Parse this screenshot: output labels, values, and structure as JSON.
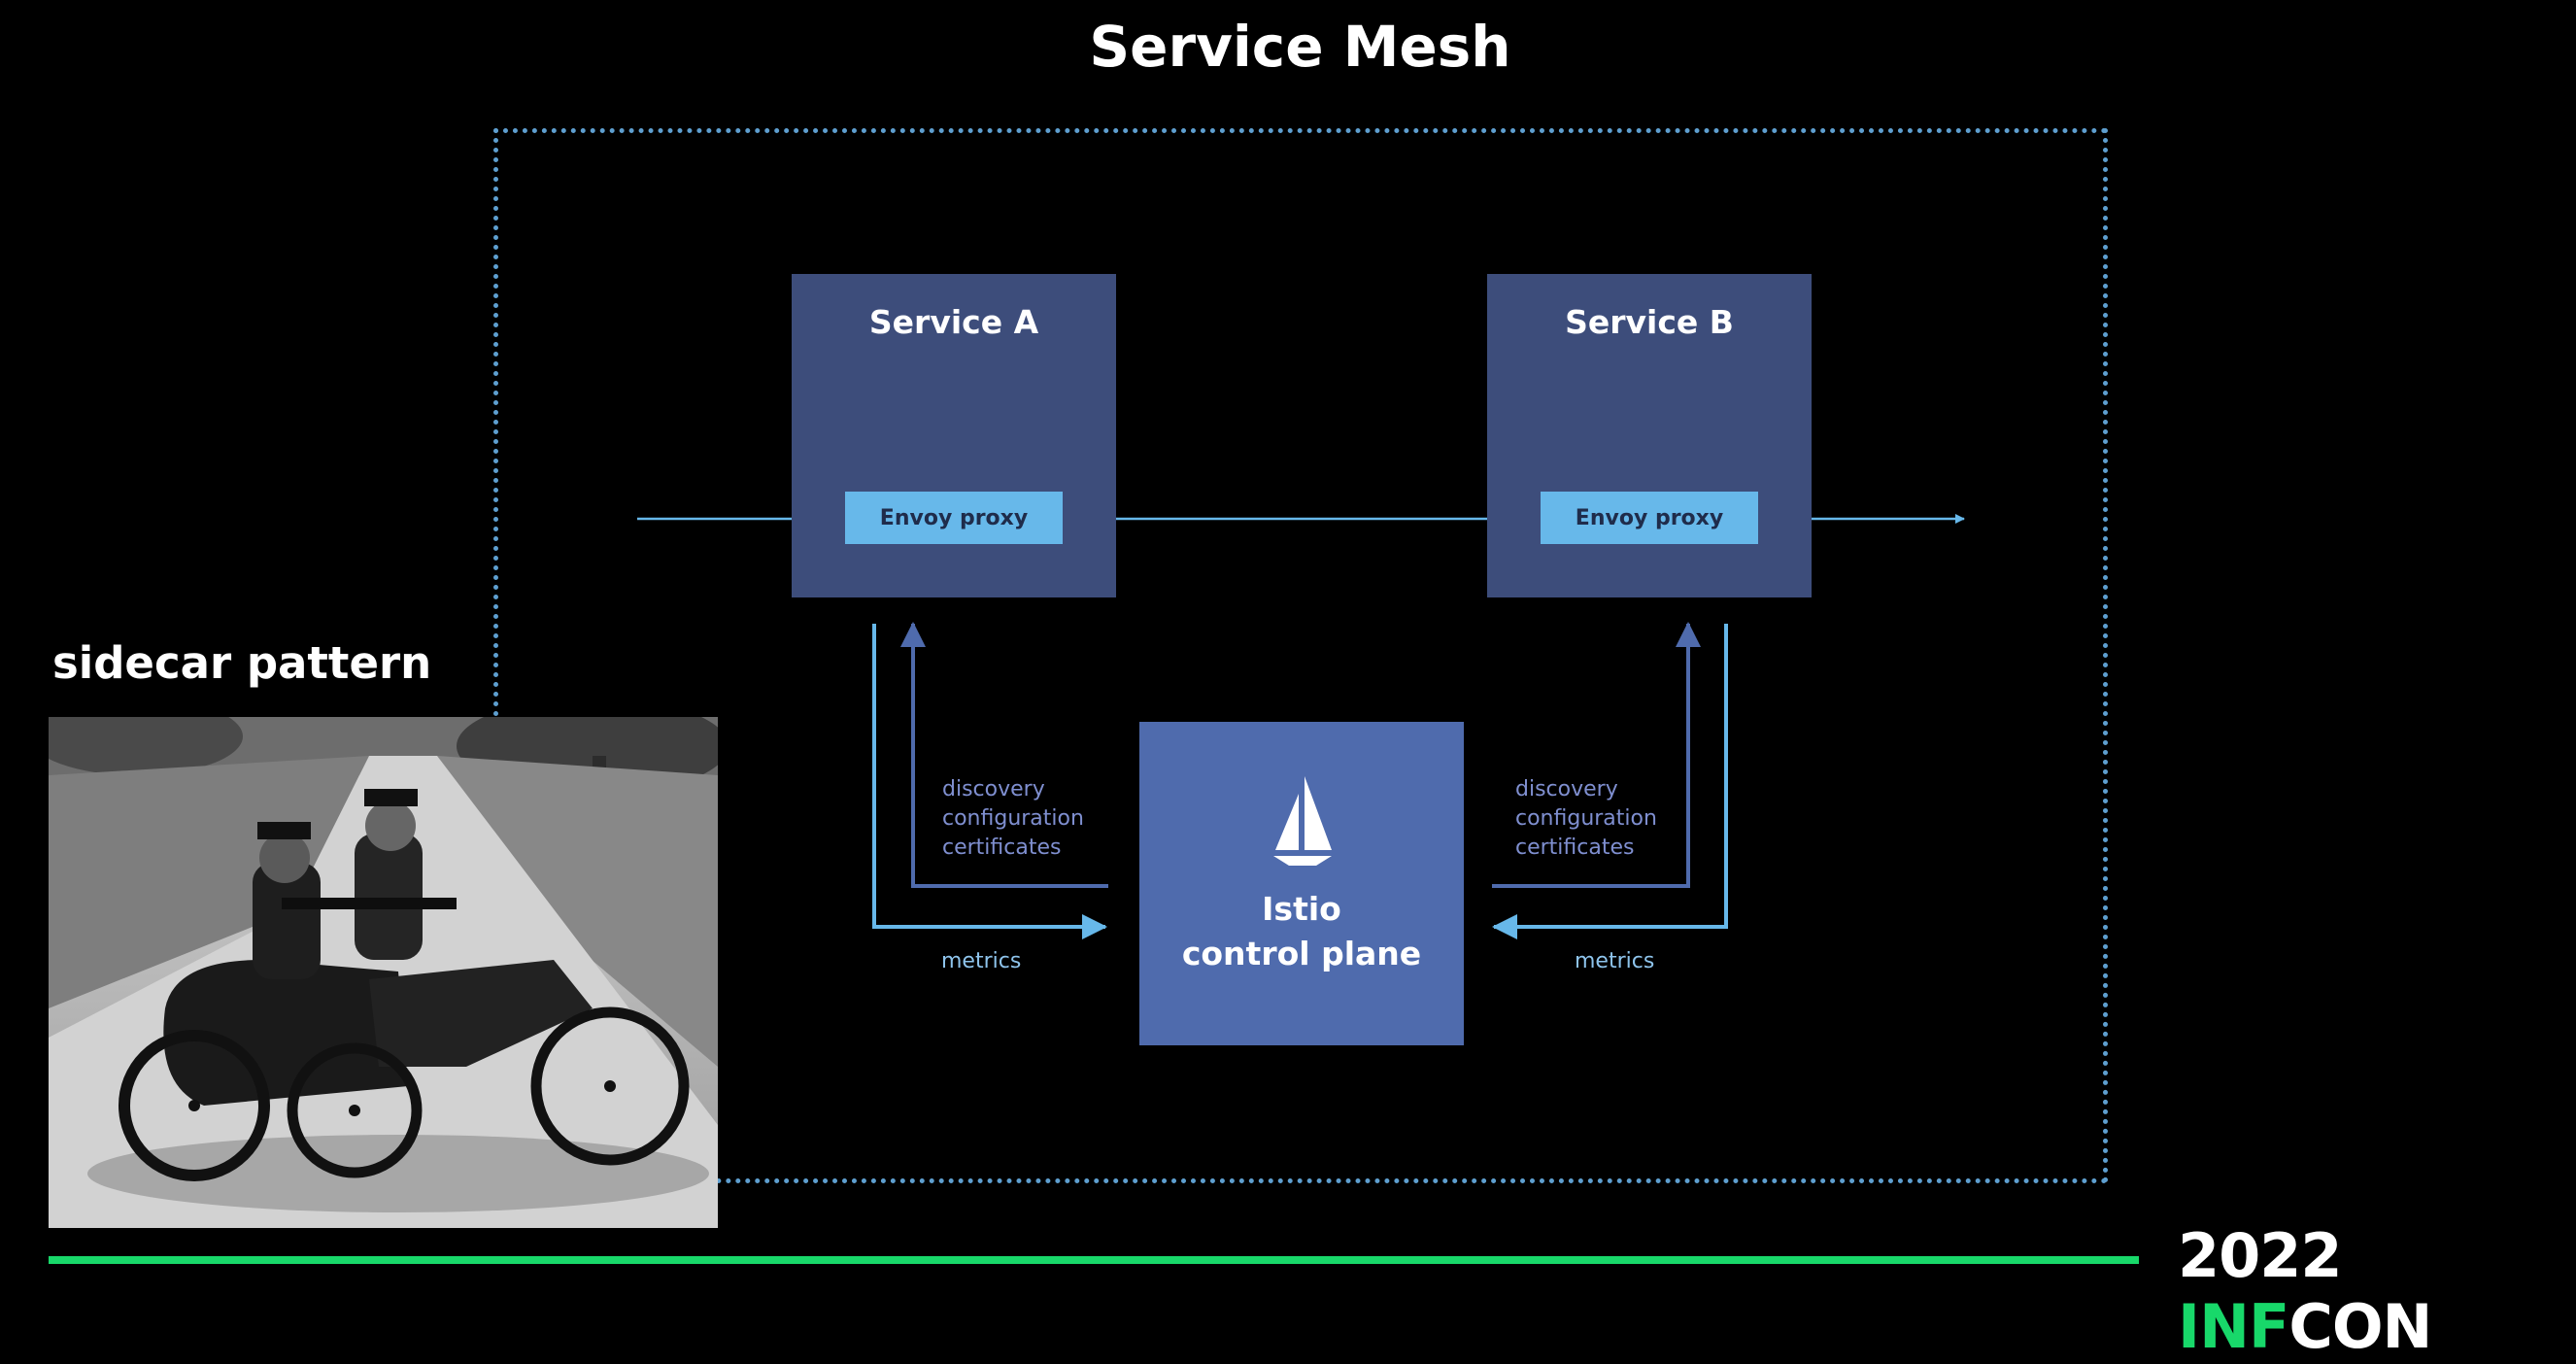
{
  "slide": {
    "title": "Service Mesh",
    "sidecar_label": "sidecar pattern",
    "brand": {
      "year": "2022",
      "accent": "INF",
      "rest": "CON"
    }
  },
  "diagram": {
    "service_a": {
      "title": "Service A",
      "proxy": "Envoy proxy"
    },
    "service_b": {
      "title": "Service B",
      "proxy": "Envoy proxy"
    },
    "control_plane": {
      "line1": "Istio",
      "line2": "control plane"
    },
    "left_info": [
      "discovery",
      "configuration",
      "certificates"
    ],
    "right_info": [
      "discovery",
      "configuration",
      "certificates"
    ],
    "left_metrics": "metrics",
    "right_metrics": "metrics"
  },
  "colors": {
    "background": "#000000",
    "service_box": "#3d4d7b",
    "proxy_box": "#67b8ea",
    "control_plane": "#4f6bad",
    "arrow_light": "#67b8ea",
    "arrow_dark": "#4f6bad",
    "accent_green": "#18d86a",
    "mesh_border": "#5e9fd0"
  }
}
